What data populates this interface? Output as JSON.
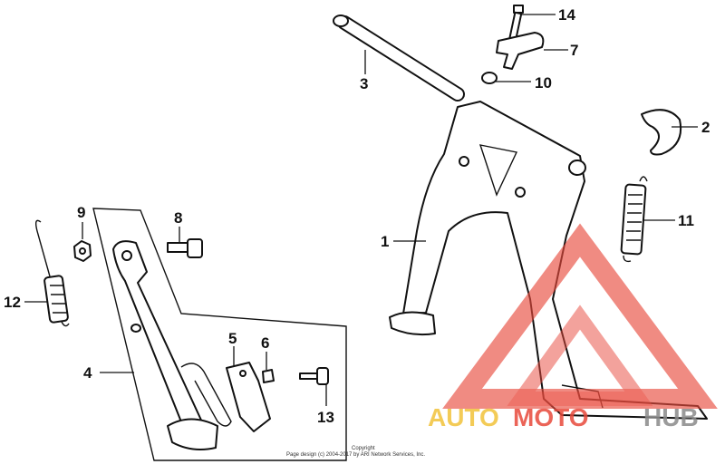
{
  "callouts": [
    {
      "number": "1"
    },
    {
      "number": "2"
    },
    {
      "number": "3"
    },
    {
      "number": "4"
    },
    {
      "number": "5"
    },
    {
      "number": "6"
    },
    {
      "number": "7"
    },
    {
      "number": "8"
    },
    {
      "number": "9"
    },
    {
      "number": "10"
    },
    {
      "number": "11"
    },
    {
      "number": "12"
    },
    {
      "number": "13"
    },
    {
      "number": "14"
    }
  ],
  "copyright": {
    "line1": "Copyright",
    "line2": "Page design (c) 2004-2017 by ARI Network Services, Inc."
  },
  "watermark": {
    "word1": "AUTO",
    "word2": "MOTO",
    "word3": "HUB",
    "colors": {
      "auto": "#f2c23a",
      "moto": "#e84a3c",
      "hub": "#8a8a8a",
      "triangle": "#e84a3c"
    }
  }
}
